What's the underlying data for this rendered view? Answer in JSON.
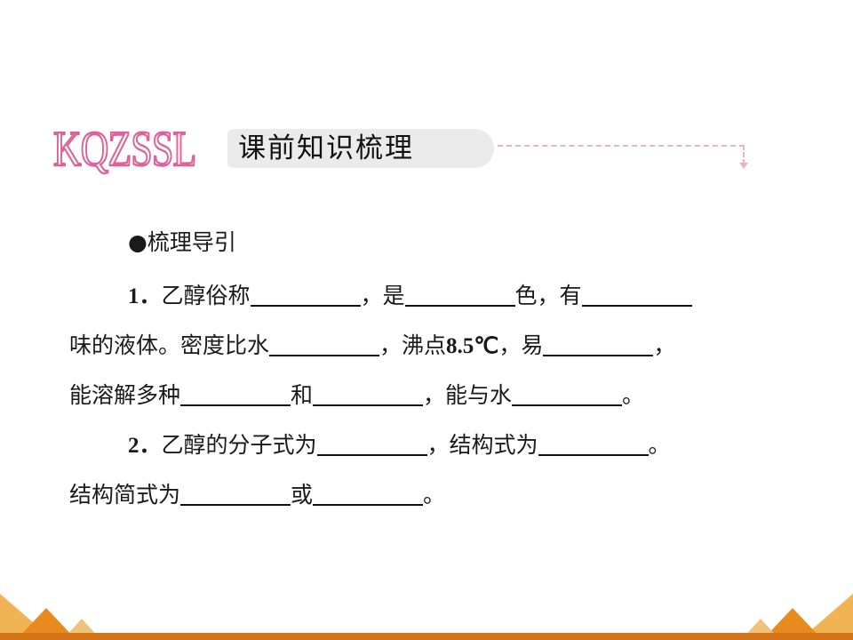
{
  "header": {
    "logo_text": "KQZSSL",
    "title": "课前知识梳理"
  },
  "content": {
    "intro_bullet": "●",
    "intro_heading": "梳理导引",
    "q1": {
      "number": "1．",
      "line1": [
        "乙醇俗称",
        "，是",
        "色，有"
      ],
      "line2": [
        "味的液体。密度比水",
        "，沸点",
        "8.5℃",
        "，易",
        "，"
      ],
      "line3": [
        "能溶解多种",
        "和",
        "，能与水",
        "。"
      ]
    },
    "q2": {
      "number": "2．",
      "line1": [
        "乙醇的分子式为",
        "，结构式为",
        "。"
      ],
      "line2": [
        "结构简式为",
        "或",
        "。"
      ]
    }
  },
  "colors": {
    "logo_outline": "#e0609a",
    "title_pill": "#ebebeb",
    "dashed_arrow": "#e8b4c8",
    "bottom_decoration": "#d47416"
  }
}
